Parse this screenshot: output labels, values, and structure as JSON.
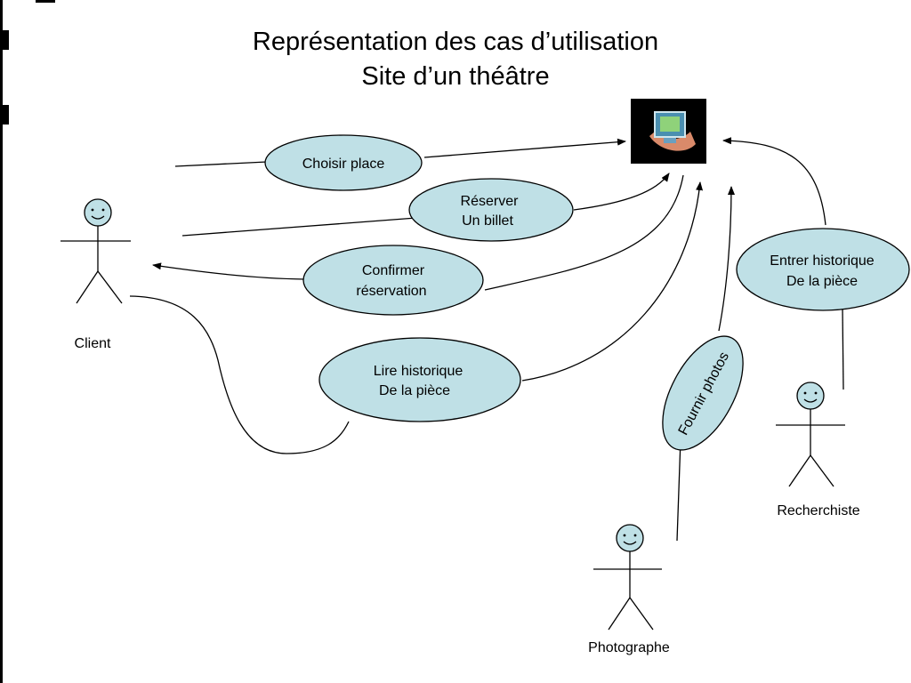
{
  "title": {
    "line1": "Représentation des cas d’utilisation",
    "line2": "Site d’un théâtre"
  },
  "actors": {
    "client": "Client",
    "photographe": "Photographe",
    "recherchiste": "Recherchiste"
  },
  "use_cases": {
    "choisir_place": [
      "Choisir place"
    ],
    "reserver_billet": [
      "Réserver",
      "Un billet"
    ],
    "confirmer_reservation": [
      "Confirmer",
      "réservation"
    ],
    "lire_historique": [
      "Lire historique",
      "De la pièce"
    ],
    "fournir_photos": [
      "Fournir photos"
    ],
    "entrer_historique": [
      "Entrer historique",
      "De la pièce"
    ]
  },
  "system": {
    "icon": "computer-system-icon"
  },
  "colors": {
    "use_case_fill": "#bfe0e6",
    "actor_head_fill": "#bfe0e6",
    "line": "#000000"
  }
}
